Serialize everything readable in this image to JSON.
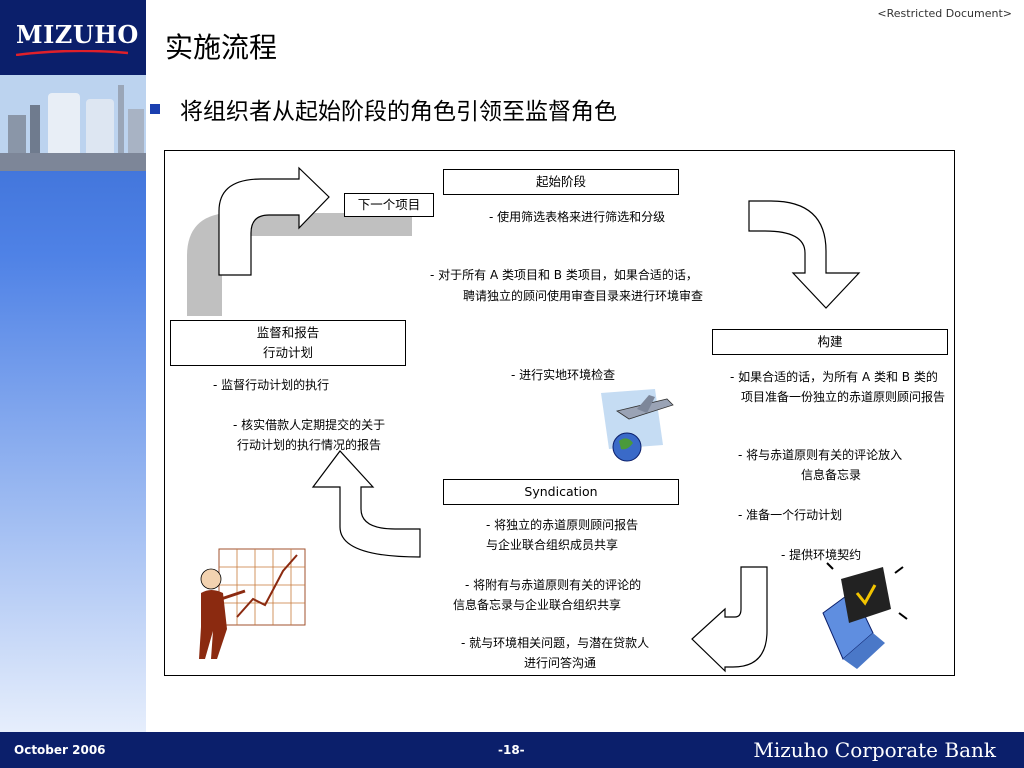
{
  "header": {
    "logo": "MIZUHO",
    "restricted": "<Restricted Document>",
    "title": "实施流程",
    "bullet": "将组织者从起始阶段的角色引领至监督角色"
  },
  "diagram": {
    "next_project": "下一个项目",
    "start_stage": "起始阶段",
    "start_items": [
      "- 使用筛选表格来进行筛选和分级",
      "-   对于所有 A 类项目和 B 类项目，如果合适的话，",
      "聘请独立的顾问使用审查目录来进行环境审查"
    ],
    "monitor_box": [
      "监督和报告",
      "行动计划"
    ],
    "monitor_items": [
      "- 监督行动计划的执行",
      "- 核实借款人定期提交的关于",
      "行动计划的执行情况的报告"
    ],
    "site_check": "- 进行实地环境检查",
    "build_box": "构建",
    "build_items": [
      "- 如果合适的话，为所有 A 类和 B 类的",
      "项目准备一份独立的赤道原则顾问报告",
      "- 将与赤道原则有关的评论放入",
      "信息备忘录",
      "- 准备一个行动计划",
      "- 提供环境契约"
    ],
    "syndication_box": "Syndication",
    "syndication_items": [
      "- 将独立的赤道原则顾问报告",
      "与企业联合组织成员共享",
      "- 将附有与赤道原则有关的评论的",
      "信息备忘录与企业联合组织共享",
      "- 就与环境相关问题，与潜在贷款人",
      "进行问答沟通"
    ]
  },
  "footer": {
    "date": "October 2006",
    "page": "-18-",
    "bank": "Mizuho Corporate Bank"
  },
  "colors": {
    "navy": "#0b1f6b",
    "bullet": "#1a3fb0",
    "arrow_gray": "#c0c0c0"
  }
}
